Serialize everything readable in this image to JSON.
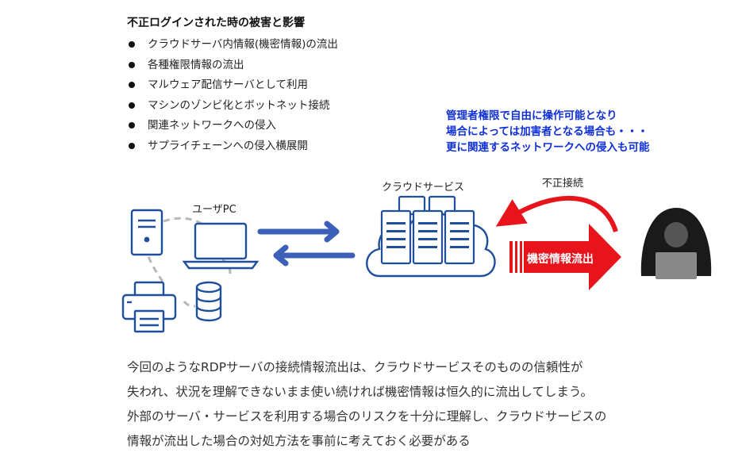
{
  "header": {
    "title": "不正ログインされた時の被害と影響"
  },
  "impacts": [
    "クラウドサーバ内情報(機密情報)の流出",
    "各種権限情報の流出",
    "マルウェア配信サーバとして利用",
    "マシンのゾンビ化とボットネット接続",
    "関連ネットワークへの侵入",
    "サプライチェーンへの侵入横展開"
  ],
  "attacker_note": [
    "管理者権限で自由に操作可能となり",
    "場合によっては加害者となる場合も・・・",
    "更に関連するネットワークへの侵入も可能"
  ],
  "labels": {
    "user_pc": "ユーザPC",
    "cloud_service": "クラウドサービス",
    "unauthorized_access": "不正接続",
    "confidential_leak": "機密情報流出"
  },
  "conclusion": [
    "今回のようなRDPサーバの接続情報流出は、クラウドサービスそのものの信頼性が",
    "失われ、状況を理解できないまま使い続ければ機密情報は恒久的に流出してしまう。",
    "外部のサーバ・サービスを利用する場合のリスクを十分に理解し、クラウドサービスの",
    "情報が流出した場合の対処方法を事前に考えておく必要がある"
  ],
  "colors": {
    "note_text": "#1030d8",
    "icon_blue": "#1f4e9c",
    "exchange_arrow": "#3c5fb8",
    "attack_red": "#e8141c",
    "hacker": "#1a1a1a"
  }
}
